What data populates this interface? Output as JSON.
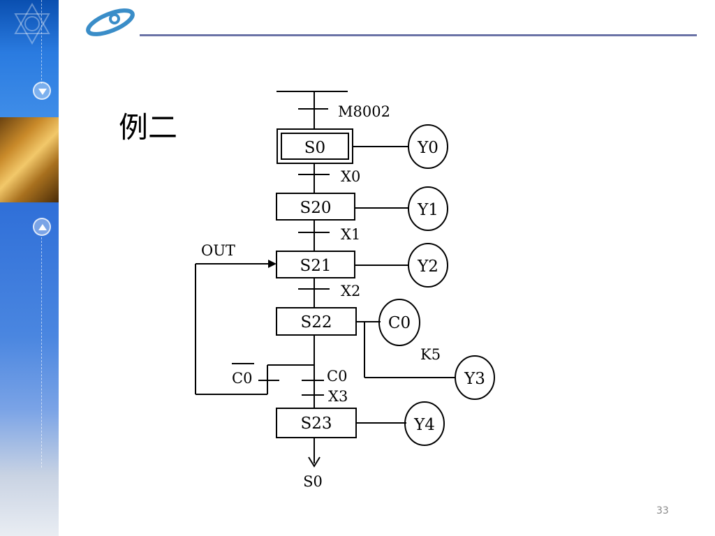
{
  "slide": {
    "title": "例二",
    "page_number": "33"
  },
  "diagram": {
    "top_label": "M8002",
    "end_label": "S0",
    "loop_label": "OUT",
    "steps": [
      {
        "id": "S0",
        "label": "S0",
        "initial": true,
        "outputs": [
          "Y0"
        ],
        "transition": "X0"
      },
      {
        "id": "S20",
        "label": "S20",
        "initial": false,
        "outputs": [
          "Y1"
        ],
        "transition": "X1"
      },
      {
        "id": "S21",
        "label": "S21",
        "initial": false,
        "outputs": [
          "Y2"
        ],
        "transition": "X2"
      },
      {
        "id": "S22",
        "label": "S22",
        "initial": false,
        "outputs": [
          "C0",
          "Y3"
        ],
        "timer_constant": "K5",
        "branch_left": "C0",
        "branch_right": "C0",
        "transition_after_branch": "X3"
      },
      {
        "id": "S23",
        "label": "S23",
        "initial": false,
        "outputs": [
          "Y4"
        ]
      }
    ]
  }
}
